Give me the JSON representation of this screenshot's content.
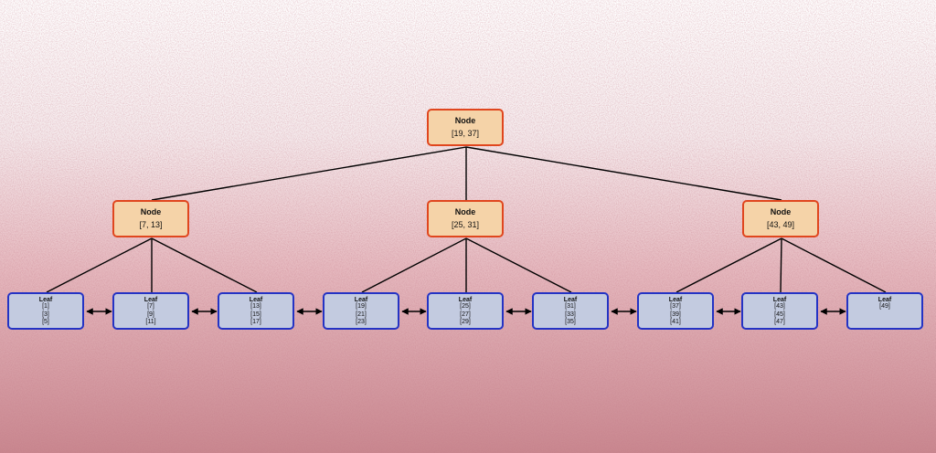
{
  "diagram": {
    "type": "B+ tree",
    "colors": {
      "node_fill": "#f5d3a8",
      "node_border": "#e0461e",
      "leaf_fill": "#c3cbe0",
      "leaf_border": "#2433c4",
      "edge": "#000000"
    },
    "root": {
      "title": "Node",
      "keys": "[19, 37]"
    },
    "internal": [
      {
        "title": "Node",
        "keys": "[7, 13]"
      },
      {
        "title": "Node",
        "keys": "[25, 31]"
      },
      {
        "title": "Node",
        "keys": "[43, 49]"
      }
    ],
    "leaves": [
      {
        "title": "Leaf",
        "keys": [
          "[1]",
          "[3]",
          "[5]"
        ],
        "parent": 0
      },
      {
        "title": "Leaf",
        "keys": [
          "[7]",
          "[9]",
          "[11]"
        ],
        "parent": 0
      },
      {
        "title": "Leaf",
        "keys": [
          "[13]",
          "[15]",
          "[17]"
        ],
        "parent": 0
      },
      {
        "title": "Leaf",
        "keys": [
          "[19]",
          "[21]",
          "[23]"
        ],
        "parent": 1
      },
      {
        "title": "Leaf",
        "keys": [
          "[25]",
          "[27]",
          "[29]"
        ],
        "parent": 1
      },
      {
        "title": "Leaf",
        "keys": [
          "[31]",
          "[33]",
          "[35]"
        ],
        "parent": 1
      },
      {
        "title": "Leaf",
        "keys": [
          "[37]",
          "[39]",
          "[41]"
        ],
        "parent": 2
      },
      {
        "title": "Leaf",
        "keys": [
          "[43]",
          "[45]",
          "[47]"
        ],
        "parent": 2
      },
      {
        "title": "Leaf",
        "keys": [
          "[49]"
        ],
        "parent": 2
      }
    ]
  }
}
